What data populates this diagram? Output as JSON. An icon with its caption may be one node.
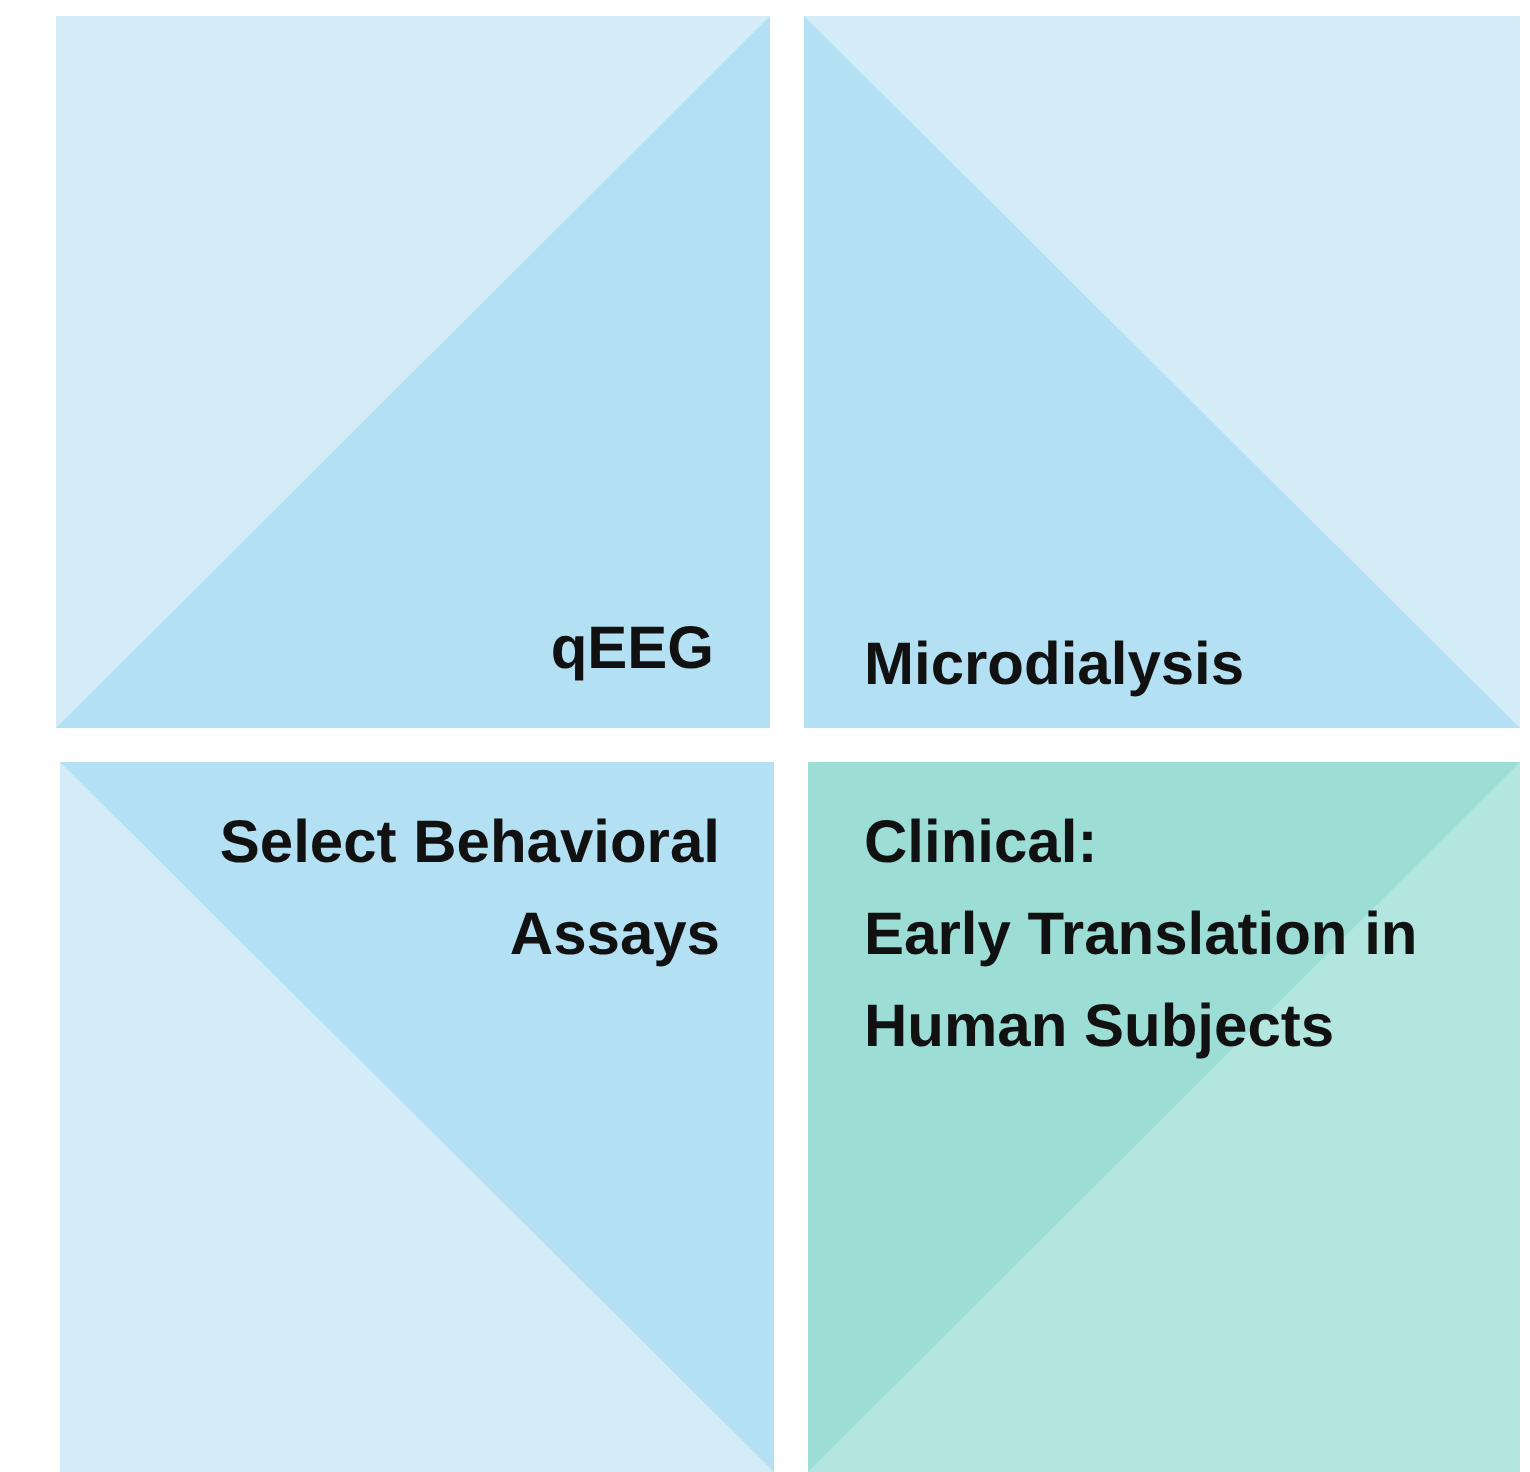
{
  "diagram": {
    "nodes": [
      {
        "text": [
          "qEEG"
        ]
      },
      {
        "text": [
          "Microdialysis"
        ]
      },
      {
        "text": [
          "Select Behavioral Assays"
        ]
      },
      {
        "text": [
          "Clinical:",
          "Early Translation in Human Subjects"
        ]
      }
    ]
  }
}
